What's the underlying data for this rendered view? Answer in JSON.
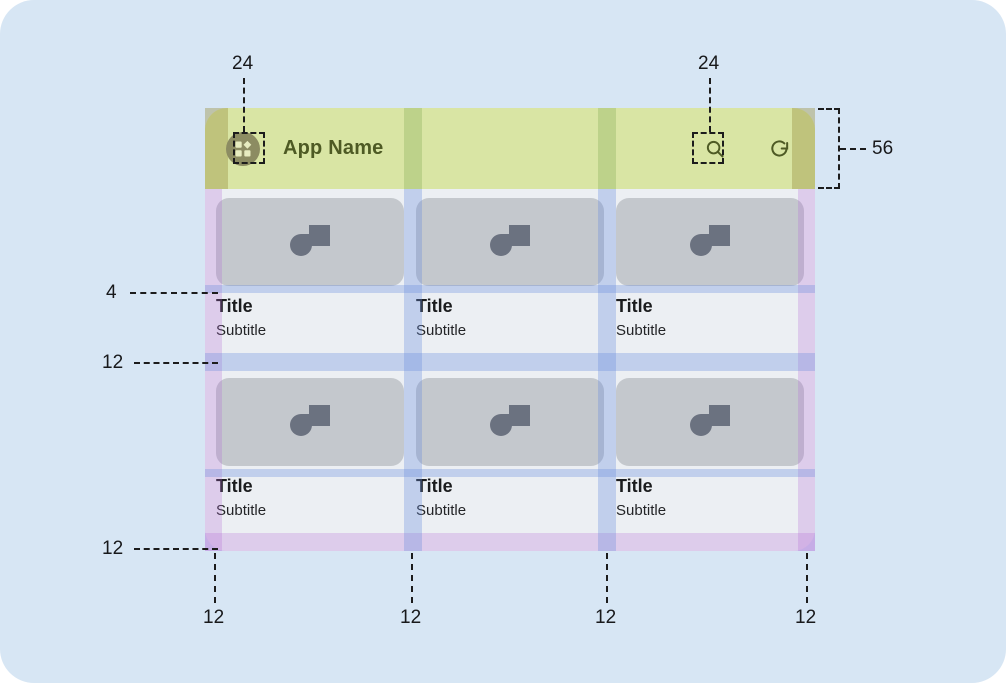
{
  "canvas": {
    "background": "#d7e6f4"
  },
  "app": {
    "appbar": {
      "title": "App Name",
      "background": "#d9e5a4",
      "title_color": "#4e5a24",
      "leading_icon": "app-grid-icon",
      "actions": [
        {
          "icon": "search-icon",
          "name": "search-button"
        },
        {
          "icon": "refresh-icon",
          "name": "refresh-button"
        }
      ]
    },
    "grid": {
      "columns": 3,
      "rows": 2,
      "cards": [
        {
          "title": "Title",
          "subtitle": "Subtitle",
          "media_icon": "image-placeholder-icon"
        },
        {
          "title": "Title",
          "subtitle": "Subtitle",
          "media_icon": "image-placeholder-icon"
        },
        {
          "title": "Title",
          "subtitle": "Subtitle",
          "media_icon": "image-placeholder-icon"
        },
        {
          "title": "Title",
          "subtitle": "Subtitle",
          "media_icon": "image-placeholder-icon"
        },
        {
          "title": "Title",
          "subtitle": "Subtitle",
          "media_icon": "image-placeholder-icon"
        },
        {
          "title": "Title",
          "subtitle": "Subtitle",
          "media_icon": "image-placeholder-icon"
        }
      ]
    }
  },
  "annotations": {
    "appbar_leading_touch_target": "24",
    "appbar_action_touch_target": "24",
    "appbar_height": "56",
    "media_to_title_gap": "4",
    "row_gap": "12",
    "bottom_padding": "12",
    "left_padding": "12",
    "gutter_1": "12",
    "gutter_2": "12",
    "right_padding": "12"
  }
}
